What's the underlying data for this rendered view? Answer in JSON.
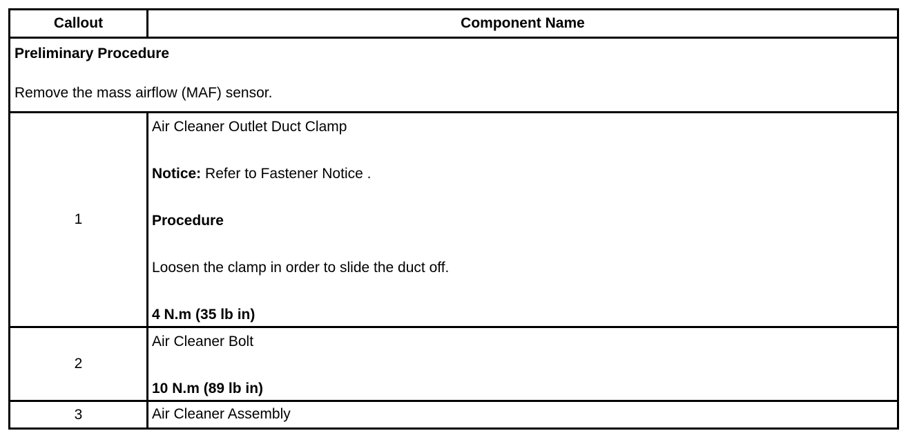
{
  "table": {
    "headers": {
      "callout": "Callout",
      "component_name": "Component Name"
    },
    "preliminary": {
      "title": "Preliminary Procedure",
      "text": "Remove the mass airflow (MAF) sensor."
    },
    "rows": [
      {
        "callout": "1",
        "name": "Air Cleaner Outlet Duct Clamp",
        "notice_label": "Notice:",
        "notice_text": " Refer to Fastener Notice .",
        "procedure_label": "Procedure",
        "procedure_text": "Loosen the clamp in order to slide the duct off.",
        "torque": "4 N.m (35 lb in)"
      },
      {
        "callout": "2",
        "name": "Air Cleaner Bolt",
        "torque": "10 N.m (89 lb in)"
      },
      {
        "callout": "3",
        "name": "Air Cleaner Assembly"
      }
    ]
  }
}
